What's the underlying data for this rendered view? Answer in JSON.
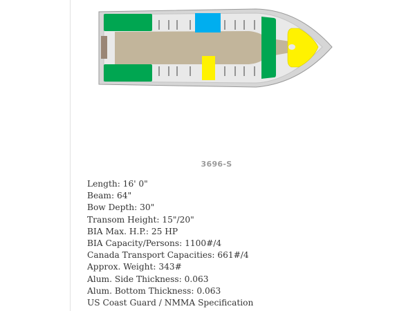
{
  "model": "3696-S",
  "specs": [
    "Length: 16' 0\"",
    "Beam: 64\"",
    "Bow Depth: 30\"",
    "Transom Height: 15\"/20\"",
    "BIA Max. H.P.: 25 HP",
    "BIA Capacity/Persons: 1100#/4",
    "Canada Transport Capacities: 661#/4",
    "Approx. Weight: 343#",
    "Alum. Side Thickness: 0.063",
    "Alum. Bottom Thickness: 0.063",
    "US Coast Guard / NMMA Specification"
  ],
  "colors": {
    "seat_green": "#00a651",
    "cooler_blue": "#00aeef",
    "yellow": "#fff200",
    "deck": "#c2b59b",
    "hull": "#d9d9d9"
  }
}
